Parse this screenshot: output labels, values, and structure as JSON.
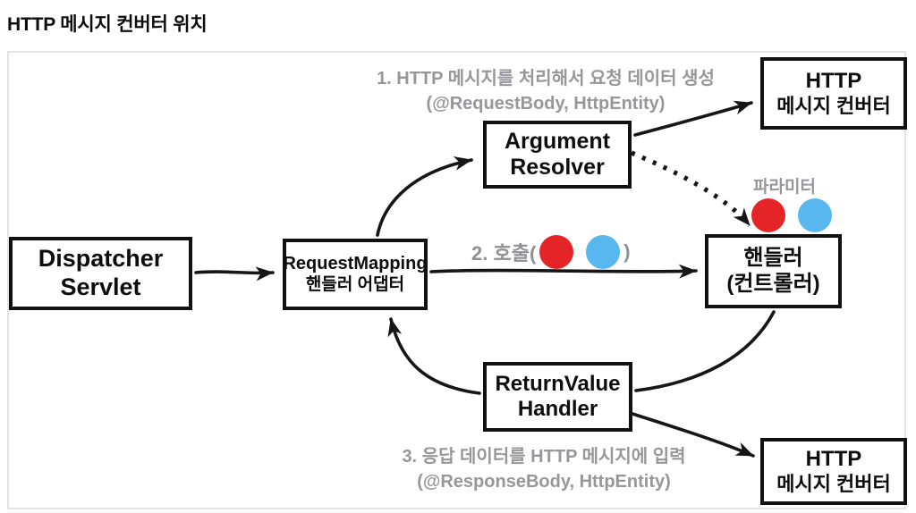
{
  "page": {
    "title": "HTTP 메시지 컨버터 위치"
  },
  "colors": {
    "param_red": "#e52427",
    "param_blue": "#57b7ee",
    "annotation_gray": "#97979b",
    "box_border": "#111111",
    "frame_border": "#e3e3e4",
    "arrow_black": "#161616"
  },
  "diagram": {
    "boxes": {
      "dispatcher": {
        "line1": "Dispatcher",
        "line2": "Servlet"
      },
      "adapter": {
        "line1": "RequestMapping",
        "line2": "핸들러 어댑터"
      },
      "argument_resolver": {
        "line1": "Argument",
        "line2": "Resolver"
      },
      "handler": {
        "line1": "핸들러",
        "line2": "(컨트롤러)"
      },
      "return_value_handler": {
        "line1": "ReturnValue",
        "line2": "Handler"
      },
      "http_converter_top": {
        "line1": "HTTP",
        "line2": "메시지 컨버터"
      },
      "http_converter_bottom": {
        "line1": "HTTP",
        "line2": "메시지 컨버터"
      }
    },
    "annotations": {
      "step1": {
        "line1": "1. HTTP 메시지를 처리해서 요청 데이터 생성",
        "line2": "(@RequestBody, HttpEntity)"
      },
      "step2": {
        "prefix": "2. 호출(",
        "suffix": ")"
      },
      "param_label": "파라미터",
      "step3": {
        "line1": "3. 응답 데이터를 HTTP 메시지에 입력",
        "line2": "(@ResponseBody, HttpEntity)"
      }
    }
  }
}
